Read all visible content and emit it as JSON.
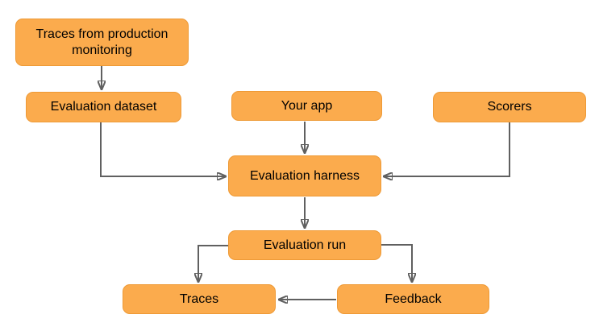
{
  "theme": {
    "bg": "#ffffff",
    "node-fill": "#FBAB4D",
    "node-border": "#EE9A36",
    "text": "#000000",
    "arrow": "#606060"
  },
  "diagram": {
    "type": "flowchart",
    "nodes": [
      {
        "id": "traces-production",
        "label": "Traces from production monitoring"
      },
      {
        "id": "evaluation-dataset",
        "label": "Evaluation dataset"
      },
      {
        "id": "your-app",
        "label": "Your app"
      },
      {
        "id": "scorers",
        "label": "Scorers"
      },
      {
        "id": "evaluation-harness",
        "label": "Evaluation harness"
      },
      {
        "id": "evaluation-run",
        "label": "Evaluation run"
      },
      {
        "id": "traces",
        "label": "Traces"
      },
      {
        "id": "feedback",
        "label": "Feedback"
      }
    ],
    "edges": [
      {
        "from": "traces-production",
        "to": "evaluation-dataset"
      },
      {
        "from": "evaluation-dataset",
        "to": "evaluation-harness"
      },
      {
        "from": "your-app",
        "to": "evaluation-harness"
      },
      {
        "from": "scorers",
        "to": "evaluation-harness"
      },
      {
        "from": "evaluation-harness",
        "to": "evaluation-run"
      },
      {
        "from": "evaluation-run",
        "to": "traces"
      },
      {
        "from": "evaluation-run",
        "to": "feedback"
      },
      {
        "from": "feedback",
        "to": "traces"
      }
    ]
  }
}
